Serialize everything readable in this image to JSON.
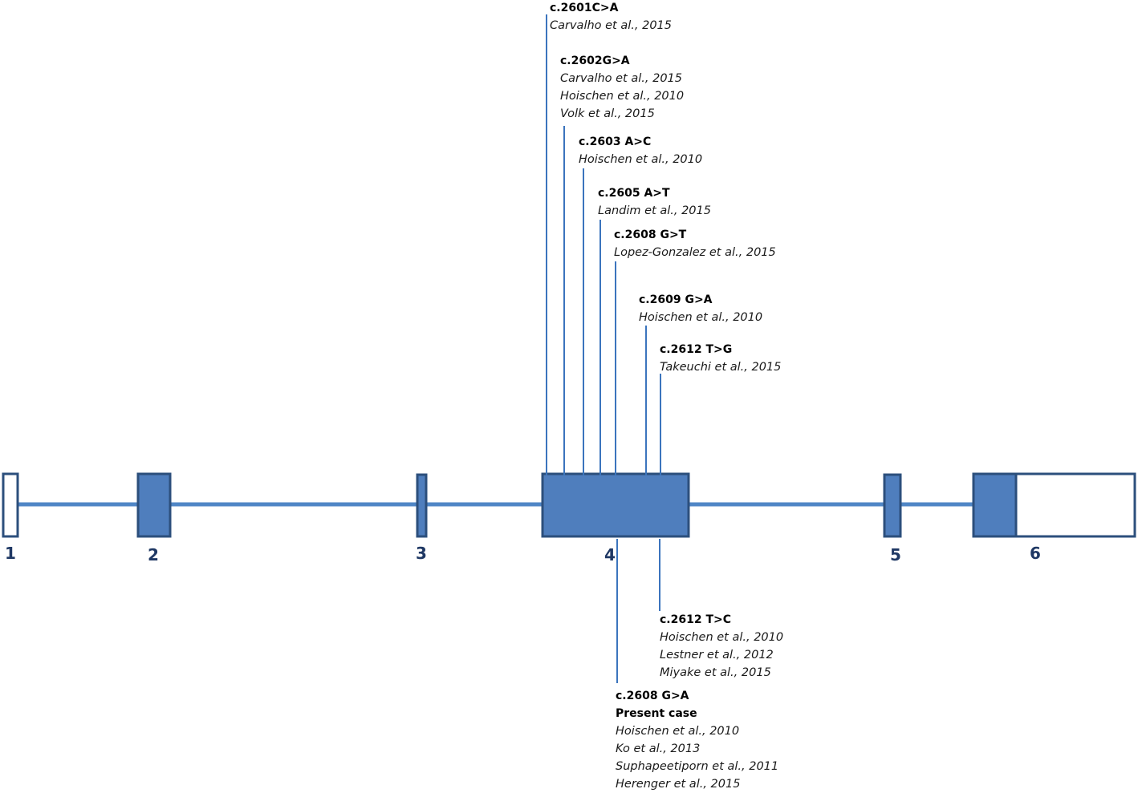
{
  "colors": {
    "exon_fill": "#4f7ebd",
    "exon_stroke": "#2c4f7c",
    "intron": "#4f86c6",
    "callout": "#3b74bd",
    "label": "#1f3864"
  },
  "exons": [
    {
      "number": "1",
      "filled": false
    },
    {
      "number": "2",
      "filled": true
    },
    {
      "number": "3",
      "filled": true
    },
    {
      "number": "4",
      "filled": true
    },
    {
      "number": "5",
      "filled": true
    },
    {
      "number": "6",
      "filled": "partial"
    }
  ],
  "mutations_above": [
    {
      "variant": "c.2601C>A",
      "refs": [
        "Carvalho et al., 2015"
      ]
    },
    {
      "variant": "c.2602G>A",
      "refs": [
        "Carvalho et al., 2015",
        "Hoischen et al., 2010",
        "Volk et al., 2015"
      ]
    },
    {
      "variant": "c.2603 A>C",
      "refs": [
        "Hoischen et al., 2010"
      ]
    },
    {
      "variant": "c.2605 A>T",
      "refs": [
        "Landim et al., 2015"
      ]
    },
    {
      "variant": "c.2608 G>T",
      "refs": [
        "Lopez-Gonzalez et al., 2015"
      ]
    },
    {
      "variant": "c.2609 G>A",
      "refs": [
        "Hoischen et al., 2010"
      ]
    },
    {
      "variant": "c.2612 T>G",
      "refs": [
        "Takeuchi et al., 2015"
      ]
    }
  ],
  "mutations_below": [
    {
      "variant": "c.2612 T>C",
      "note": "",
      "refs": [
        "Hoischen et al., 2010",
        "Lestner et al., 2012",
        "Miyake et al., 2015"
      ]
    },
    {
      "variant": "c.2608 G>A",
      "note": "Present case",
      "refs": [
        "Hoischen et al., 2010",
        "Ko et al., 2013",
        "Suphapeetiporn et al., 2011",
        "Herenger et al., 2015"
      ]
    }
  ]
}
